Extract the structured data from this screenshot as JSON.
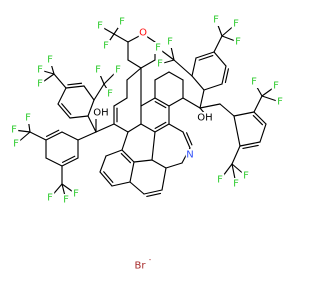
{
  "molecule": {
    "atom_labels": {
      "fluorine": "F",
      "oxygen": "O",
      "hydroxyl": "OH",
      "nitrogen": "N",
      "bromine": "Br"
    },
    "counterion": {
      "symbol": "Br",
      "charge": "-"
    }
  },
  "colors": {
    "bond": "#000000",
    "fluorine": "#33cc33",
    "oxygen": "#ff0d0d",
    "nitrogen": "#3050f8",
    "bromine": "#a62929"
  }
}
